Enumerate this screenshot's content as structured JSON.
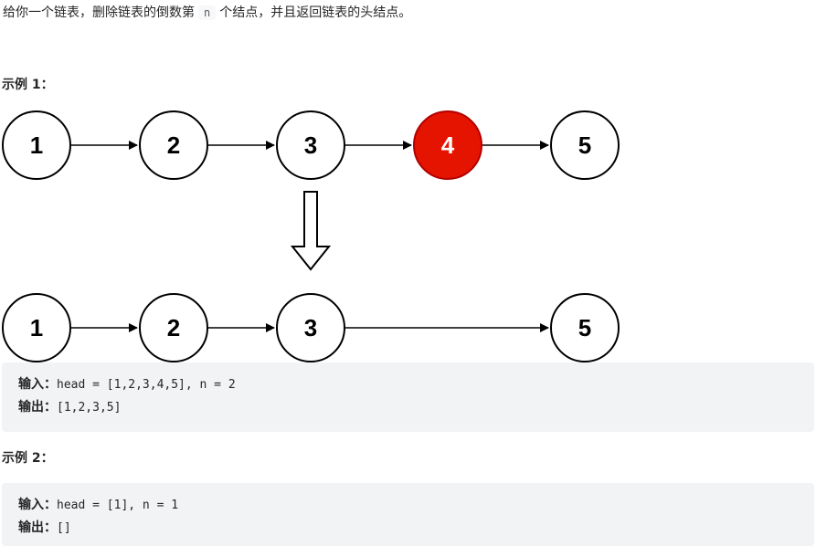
{
  "problem": {
    "before": "给你一个链表，删除链表的倒数第",
    "code": "n",
    "after": "个结点，并且返回链表的头结点。"
  },
  "example1": {
    "heading": "示例 1：",
    "diagram": {
      "before_nodes": [
        "1",
        "2",
        "3",
        "4",
        "5"
      ],
      "removed_node": "4",
      "after_nodes": [
        "1",
        "2",
        "3",
        "5"
      ],
      "colors": {
        "node_fill": "#ffffff",
        "node_stroke": "#000000",
        "removed_fill": "#e51400",
        "removed_stroke": "#b20000",
        "removed_text": "#ffffff"
      }
    },
    "input_label": "输入：",
    "input_value": "head = [1,2,3,4,5], n = 2",
    "output_label": "输出：",
    "output_value": "[1,2,3,5]"
  },
  "example2": {
    "heading": "示例 2：",
    "input_label": "输入：",
    "input_value": "head = [1], n = 1",
    "output_label": "输出：",
    "output_value": "[]"
  },
  "colors": {
    "code_background": "#f2f3f5",
    "text": "#262626"
  }
}
